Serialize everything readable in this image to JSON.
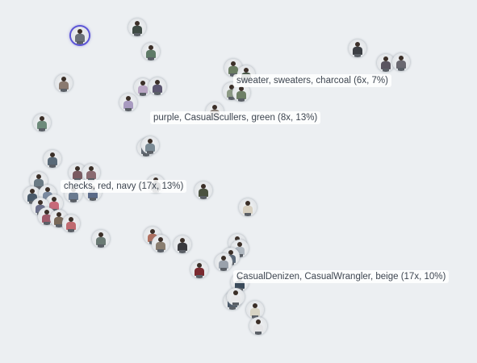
{
  "clusters": [
    {
      "label": "sweater, sweaters, charcoal (6x, 7%)"
    },
    {
      "label": "purple, CasualScullers, green (8x, 13%)"
    },
    {
      "label": "checks, red, navy (17x, 13%)"
    },
    {
      "label": "CasualDenizen, CasualWrangler, beige (17x, 10%)"
    }
  ],
  "colors": {
    "background": "#eceff2",
    "selection": "#5b54d6"
  }
}
